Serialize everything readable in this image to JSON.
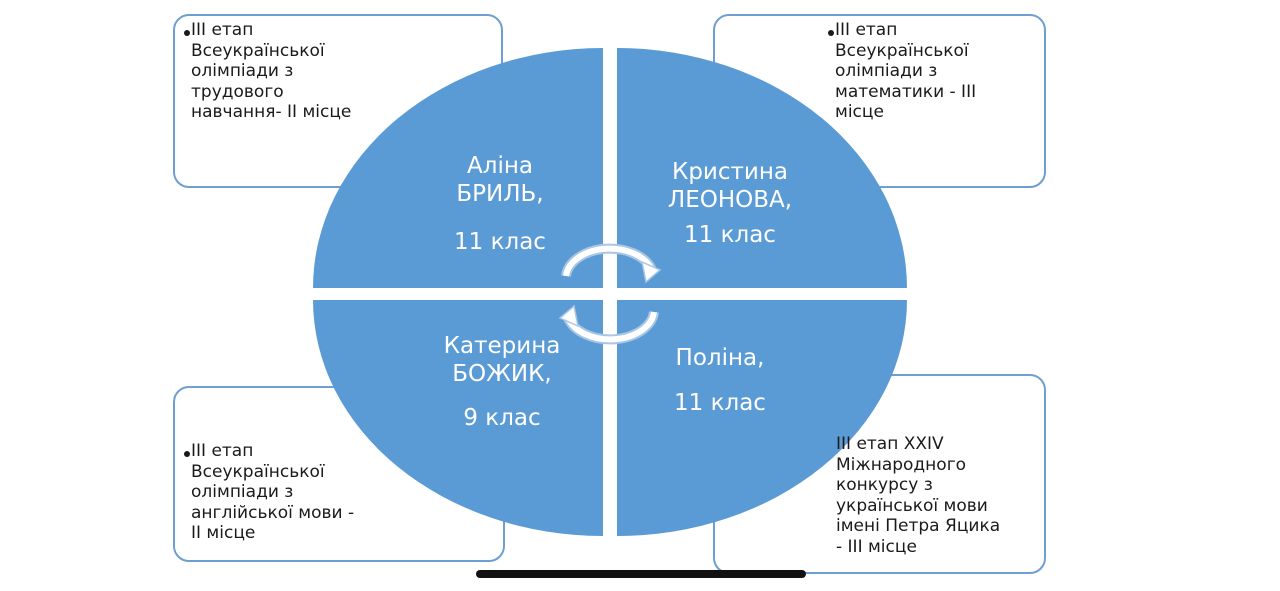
{
  "colors": {
    "quadrant_fill": "#5b9bd5",
    "box_border": "#6f9ed0",
    "arrow_fill": "#ffffff",
    "arrow_stroke": "#a9c6e6"
  },
  "quadrants": {
    "top_left": {
      "name": "Аліна\nБРИЛЬ,",
      "grade": "11 клас"
    },
    "top_right": {
      "name": "Кристина\nЛЕОНОВА,",
      "grade": "11 клас"
    },
    "bottom_left": {
      "name": "Катерина\nБОЖИК,",
      "grade": "9 клас"
    },
    "bottom_right": {
      "name": "Поліна,",
      "grade": "11 клас"
    }
  },
  "achievements": {
    "top_left": "ІІІ етап\nВсеукраїнської\nолімпіади з\nтрудового\nнавчання- ІІ місце",
    "top_right": "ІІІ етап\nВсеукраїнської\nолімпіади з\nматематики - ІІІ\nмісце",
    "bottom_left": "ІІІ етап\nВсеукраїнської\nолімпіади з\nанглійської мови -\nІІ місце",
    "bottom_right": "ІІІ етап ХХІV\nМіжнародного\nконкурсу з\nукраїнської мови\nімені Петра Яцика\n- ІІІ місце"
  },
  "icons": {
    "cycle_arrows": "circular-arrows-icon"
  }
}
